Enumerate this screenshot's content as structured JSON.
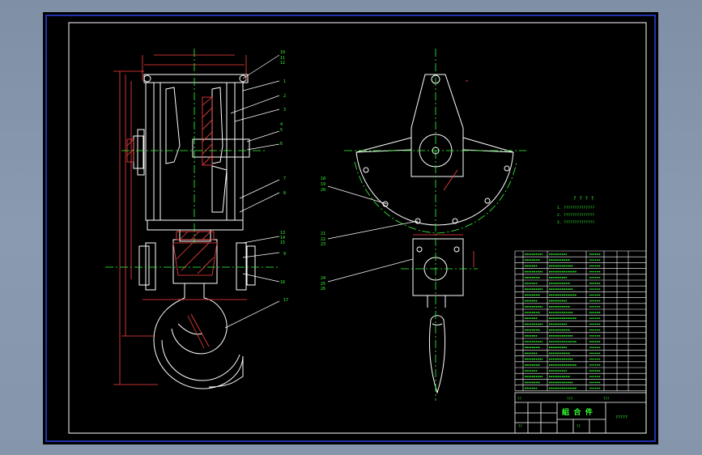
{
  "drawing": {
    "title_block": {
      "title": "組 合 件",
      "drawing_no": "?????",
      "small_labels": [
        "??",
        "???",
        "???",
        "??",
        "??"
      ]
    },
    "tech_requirements": {
      "heading": "? ? ? ?",
      "items": [
        "1. ??????????????",
        "2. ??????????????",
        "3. ??????????????"
      ]
    },
    "colors": {
      "background": "#000000",
      "frame": "#ffffff",
      "outline": "#ffffff",
      "dimension": "#ff4040",
      "centerline": "#33ff33",
      "annotation": "#33ff33",
      "hatch": "#ff4040",
      "border": "#2233aa"
    }
  }
}
